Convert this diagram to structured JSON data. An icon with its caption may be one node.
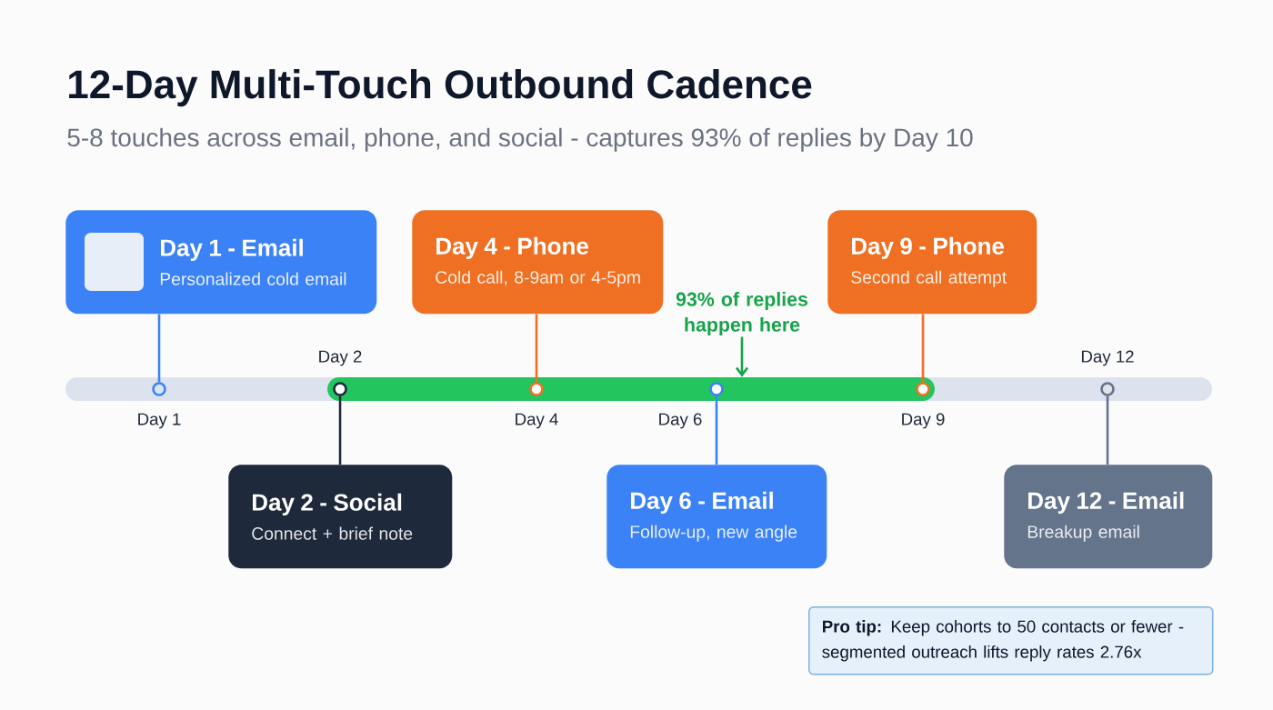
{
  "diagram": {
    "title": "12-Day Multi-Touch Outbound Cadence",
    "nodes": [
      {
        "text": [
          "Day 1 - Email",
          "Personalized cold email"
        ]
      },
      {
        "text": [
          "Day 4 - Phone",
          "Cold call, 8-9am or 4-5pm"
        ]
      },
      {
        "text": [
          "93% of replies happen here"
        ]
      },
      {
        "text": [
          "Day 9 - Phone",
          "Second call attempt"
        ]
      },
      {
        "text": [],
        "shape": "bar"
      },
      {
        "text": [],
        "shape": "circle",
        "beside": [
          "Day 1"
        ]
      },
      {
        "text": [],
        "shape": "circle",
        "beside": [
          "Day 2"
        ],
        "in": 4
      },
      {
        "text": [],
        "shape": "circle",
        "beside": [
          "Day 4"
        ],
        "in": 4
      },
      {
        "text": [],
        "shape": "circle",
        "beside": [
          "Day 6"
        ],
        "in": 4
      },
      {
        "text": [],
        "shape": "circle",
        "beside": [
          "Day 9"
        ],
        "in": 4
      },
      {
        "text": [],
        "shape": "circle",
        "beside": [
          "Day 12"
        ]
      },
      {
        "text": [
          "Day 2 - Social",
          "Connect + brief note"
        ]
      },
      {
        "text": [
          "Day 6 - Email",
          "Follow-up, new angle"
        ]
      },
      {
        "text": [
          "Day 12 - Email",
          "Breakup email"
        ]
      },
      {
        "text": [
          "**Pro tip:** Keep cohorts to 50 contacts or fewer - segmented outreach lifts reply rates 2.76x"
        ]
      }
    ],
    "edges": [
      {
        "from": 0,
        "to": 5,
        "arrow": "none",
        "color": "#3b82f6"
      },
      {
        "from": 11,
        "to": 6,
        "arrow": "none",
        "color": "#1e293b"
      },
      {
        "from": 1,
        "to": 7,
        "arrow": "none",
        "color": "#f07023"
      },
      {
        "from": 12,
        "to": 8,
        "arrow": "none",
        "color": "#3b82f6"
      },
      {
        "from": 3,
        "to": 9,
        "arrow": "none",
        "color": "#f07023"
      },
      {
        "from": 13,
        "to": 10,
        "arrow": "none",
        "color": "#64748b"
      },
      {
        "from": 2,
        "to": 4,
        "arrow": "to",
        "color": "#16a34a"
      }
    ],
    "labels": [
      "5-8 touches across email, phone, and social - captures 93% of replies by Day 10"
    ]
  }
}
